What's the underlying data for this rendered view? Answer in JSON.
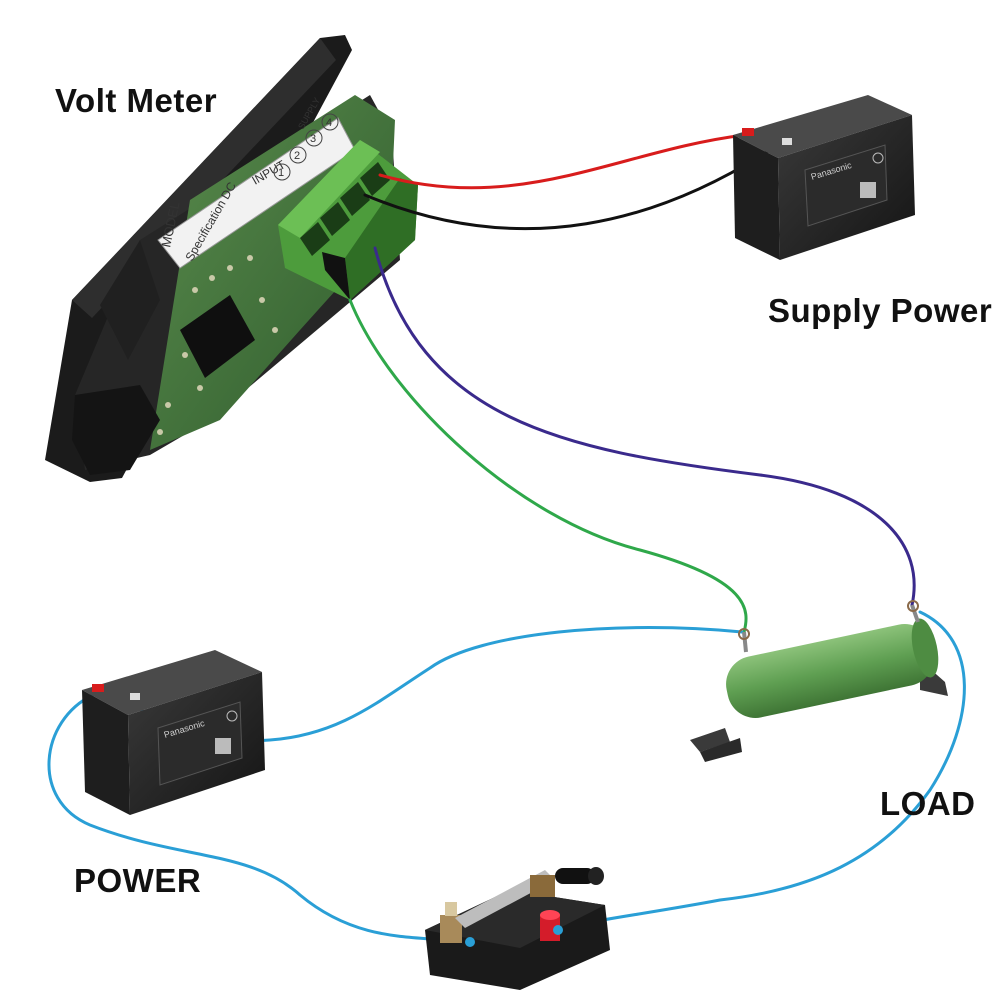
{
  "labels": {
    "volt_meter": "Volt Meter",
    "supply_power": "Supply Power",
    "load": "LOAD",
    "power": "POWER"
  },
  "meter": {
    "model_text": "MODEL",
    "spec_text": "Specification DC",
    "input_text": "INPUT",
    "supply_text": "SUPPLY",
    "terminals": [
      "1",
      "2",
      "3",
      "4"
    ]
  },
  "battery": {
    "brand": "Panasonic"
  },
  "colors": {
    "red_wire": "#d81c1c",
    "black_wire": "#111111",
    "purple_wire": "#3a2a8c",
    "green_wire": "#2fa84a",
    "blue_wire": "#2a9fd6",
    "terminal_block": "#4d9c3c",
    "resistor": "#5f9f52",
    "pcb": "#3d6b3a",
    "bezel": "#1f1f1f"
  }
}
